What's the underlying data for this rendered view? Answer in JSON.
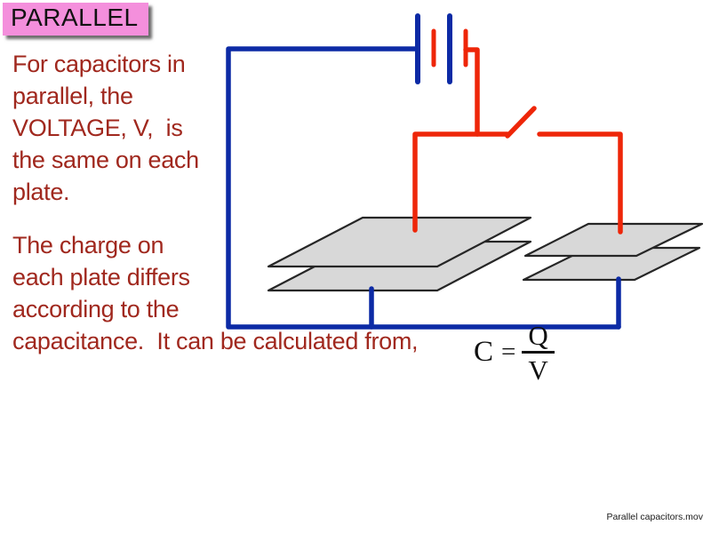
{
  "slide": {
    "title": "PARALLEL",
    "paragraph1": "For capacitors in\nparallel, the\nVOLTAGE, V,  is\nthe same on each\nplate.",
    "paragraph2": "The charge on\neach plate differs\naccording to the\ncapacitance.  It can be calculated from,",
    "formula": {
      "lhs": "C",
      "equals": "=",
      "numerator": "Q",
      "denominator": "V"
    },
    "footer": "Parallel capacitors.mov"
  },
  "diagram": {
    "components": [
      "battery-icon",
      "switch-icon",
      "capacitor-left-icon",
      "capacitor-right-icon",
      "blue-wire",
      "red-wire"
    ]
  },
  "colors": {
    "background": "#ffffff",
    "title_bg": "#f48fdc",
    "title_text": "#121212",
    "body_text": "#a0281e",
    "wire_red": "#ee2609",
    "wire_blue": "#0c2aa5",
    "plate_fill": "#d8d8d8",
    "plate_stroke": "#262626",
    "formula_text": "#111111",
    "footer_text": "#1a1a1a"
  }
}
